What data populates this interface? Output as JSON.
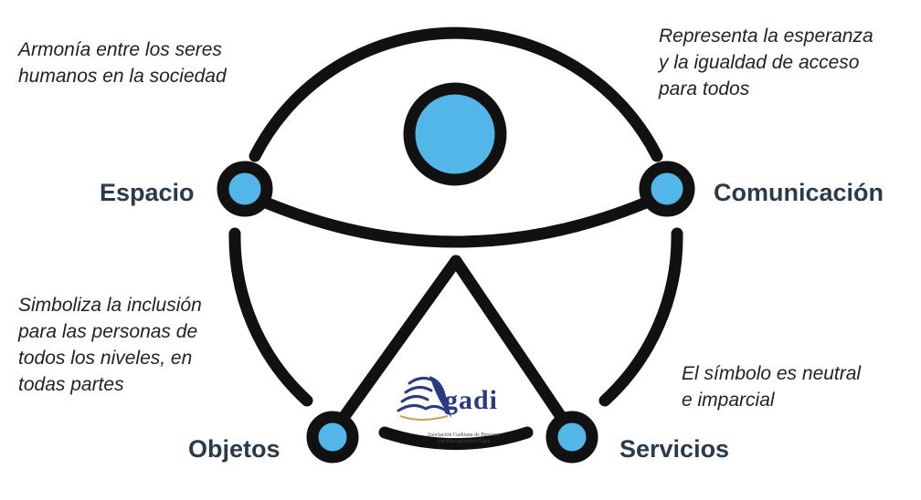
{
  "colors": {
    "stroke": "#111111",
    "fill": "#52b6e8",
    "label": "#2b3a48",
    "logo": "#2c3a82"
  },
  "descriptions": {
    "top_left": [
      "Armonía entre los seres",
      "humanos en la sociedad"
    ],
    "top_right": [
      "Representa la esperanza",
      "y la igualdad de acceso",
      "para todos"
    ],
    "mid_left": [
      "Simboliza la inclusión",
      "para las personas de",
      "todos los niveles, en",
      "todas partes"
    ],
    "bottom_right": [
      "El símbolo es neutral",
      "e imparcial"
    ]
  },
  "nodes": {
    "espacio": "Espacio",
    "comunicacion": "Comunicación",
    "objetos": "Objetos",
    "servicios": "Servicios"
  },
  "logo": {
    "word": "gadi",
    "subtitle": [
      "Asociación Gaditana de Personas",
      "con Discapacidad Física"
    ]
  }
}
